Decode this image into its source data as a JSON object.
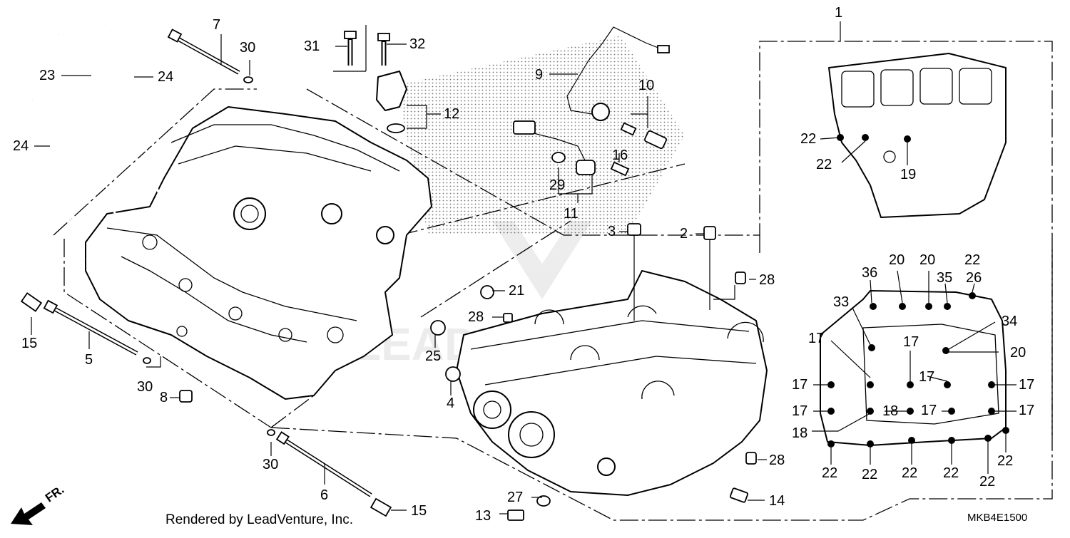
{
  "diagram": {
    "labels": {
      "l1": "1",
      "l2": "2",
      "l3": "3",
      "l4": "4",
      "l5": "5",
      "l6": "6",
      "l7": "7",
      "l8": "8",
      "l9": "9",
      "l10": "10",
      "l11": "11",
      "l12": "12",
      "l13": "13",
      "l14": "14",
      "l15a": "15",
      "l15b": "15",
      "l16": "16",
      "l17a": "17",
      "l17b": "17",
      "l17c": "17",
      "l17d": "17",
      "l17e": "17",
      "l17f": "17",
      "l17g": "17",
      "l17h": "17",
      "l18a": "18",
      "l18b": "18",
      "l19": "19",
      "l20a": "20",
      "l20b": "20",
      "l20c": "20",
      "l21": "21",
      "l22a": "22",
      "l22b": "22",
      "l22c": "22",
      "l22d": "22",
      "l22e": "22",
      "l22f": "22",
      "l22g": "22",
      "l22h": "22",
      "l22i": "22",
      "l23": "23",
      "l24a": "24",
      "l24b": "24",
      "l25": "25",
      "l26": "26",
      "l27": "27",
      "l28a": "28",
      "l28b": "28",
      "l28c": "28",
      "l29": "29",
      "l30a": "30",
      "l30b": "30",
      "l30c": "30",
      "l31": "31",
      "l32": "32",
      "l33": "33",
      "l34": "34",
      "l35": "35",
      "l36": "36"
    },
    "credit": "Rendered by LeadVenture, Inc.",
    "diagram_code": "MKB4E1500",
    "direction_marker": "FR.",
    "watermark": "LEADVENTURE"
  }
}
